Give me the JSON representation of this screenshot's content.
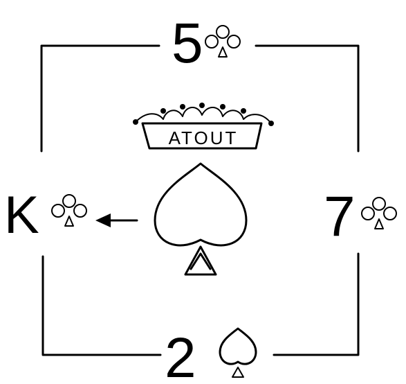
{
  "diagram": {
    "trump_label": "ATOUT",
    "trump_suit_icon": "spade-icon",
    "ink_color": "#000000",
    "background_color": "#ffffff",
    "hands": {
      "north": {
        "rank": "5",
        "suit_icon": "club-icon"
      },
      "west": {
        "rank": "K",
        "suit_icon": "club-icon"
      },
      "east": {
        "rank": "7",
        "suit_icon": "club-icon"
      },
      "south": {
        "rank": "2",
        "suit_icon": "spade-icon"
      }
    },
    "lead_arrow": {
      "from": "centre",
      "to": "west"
    }
  }
}
